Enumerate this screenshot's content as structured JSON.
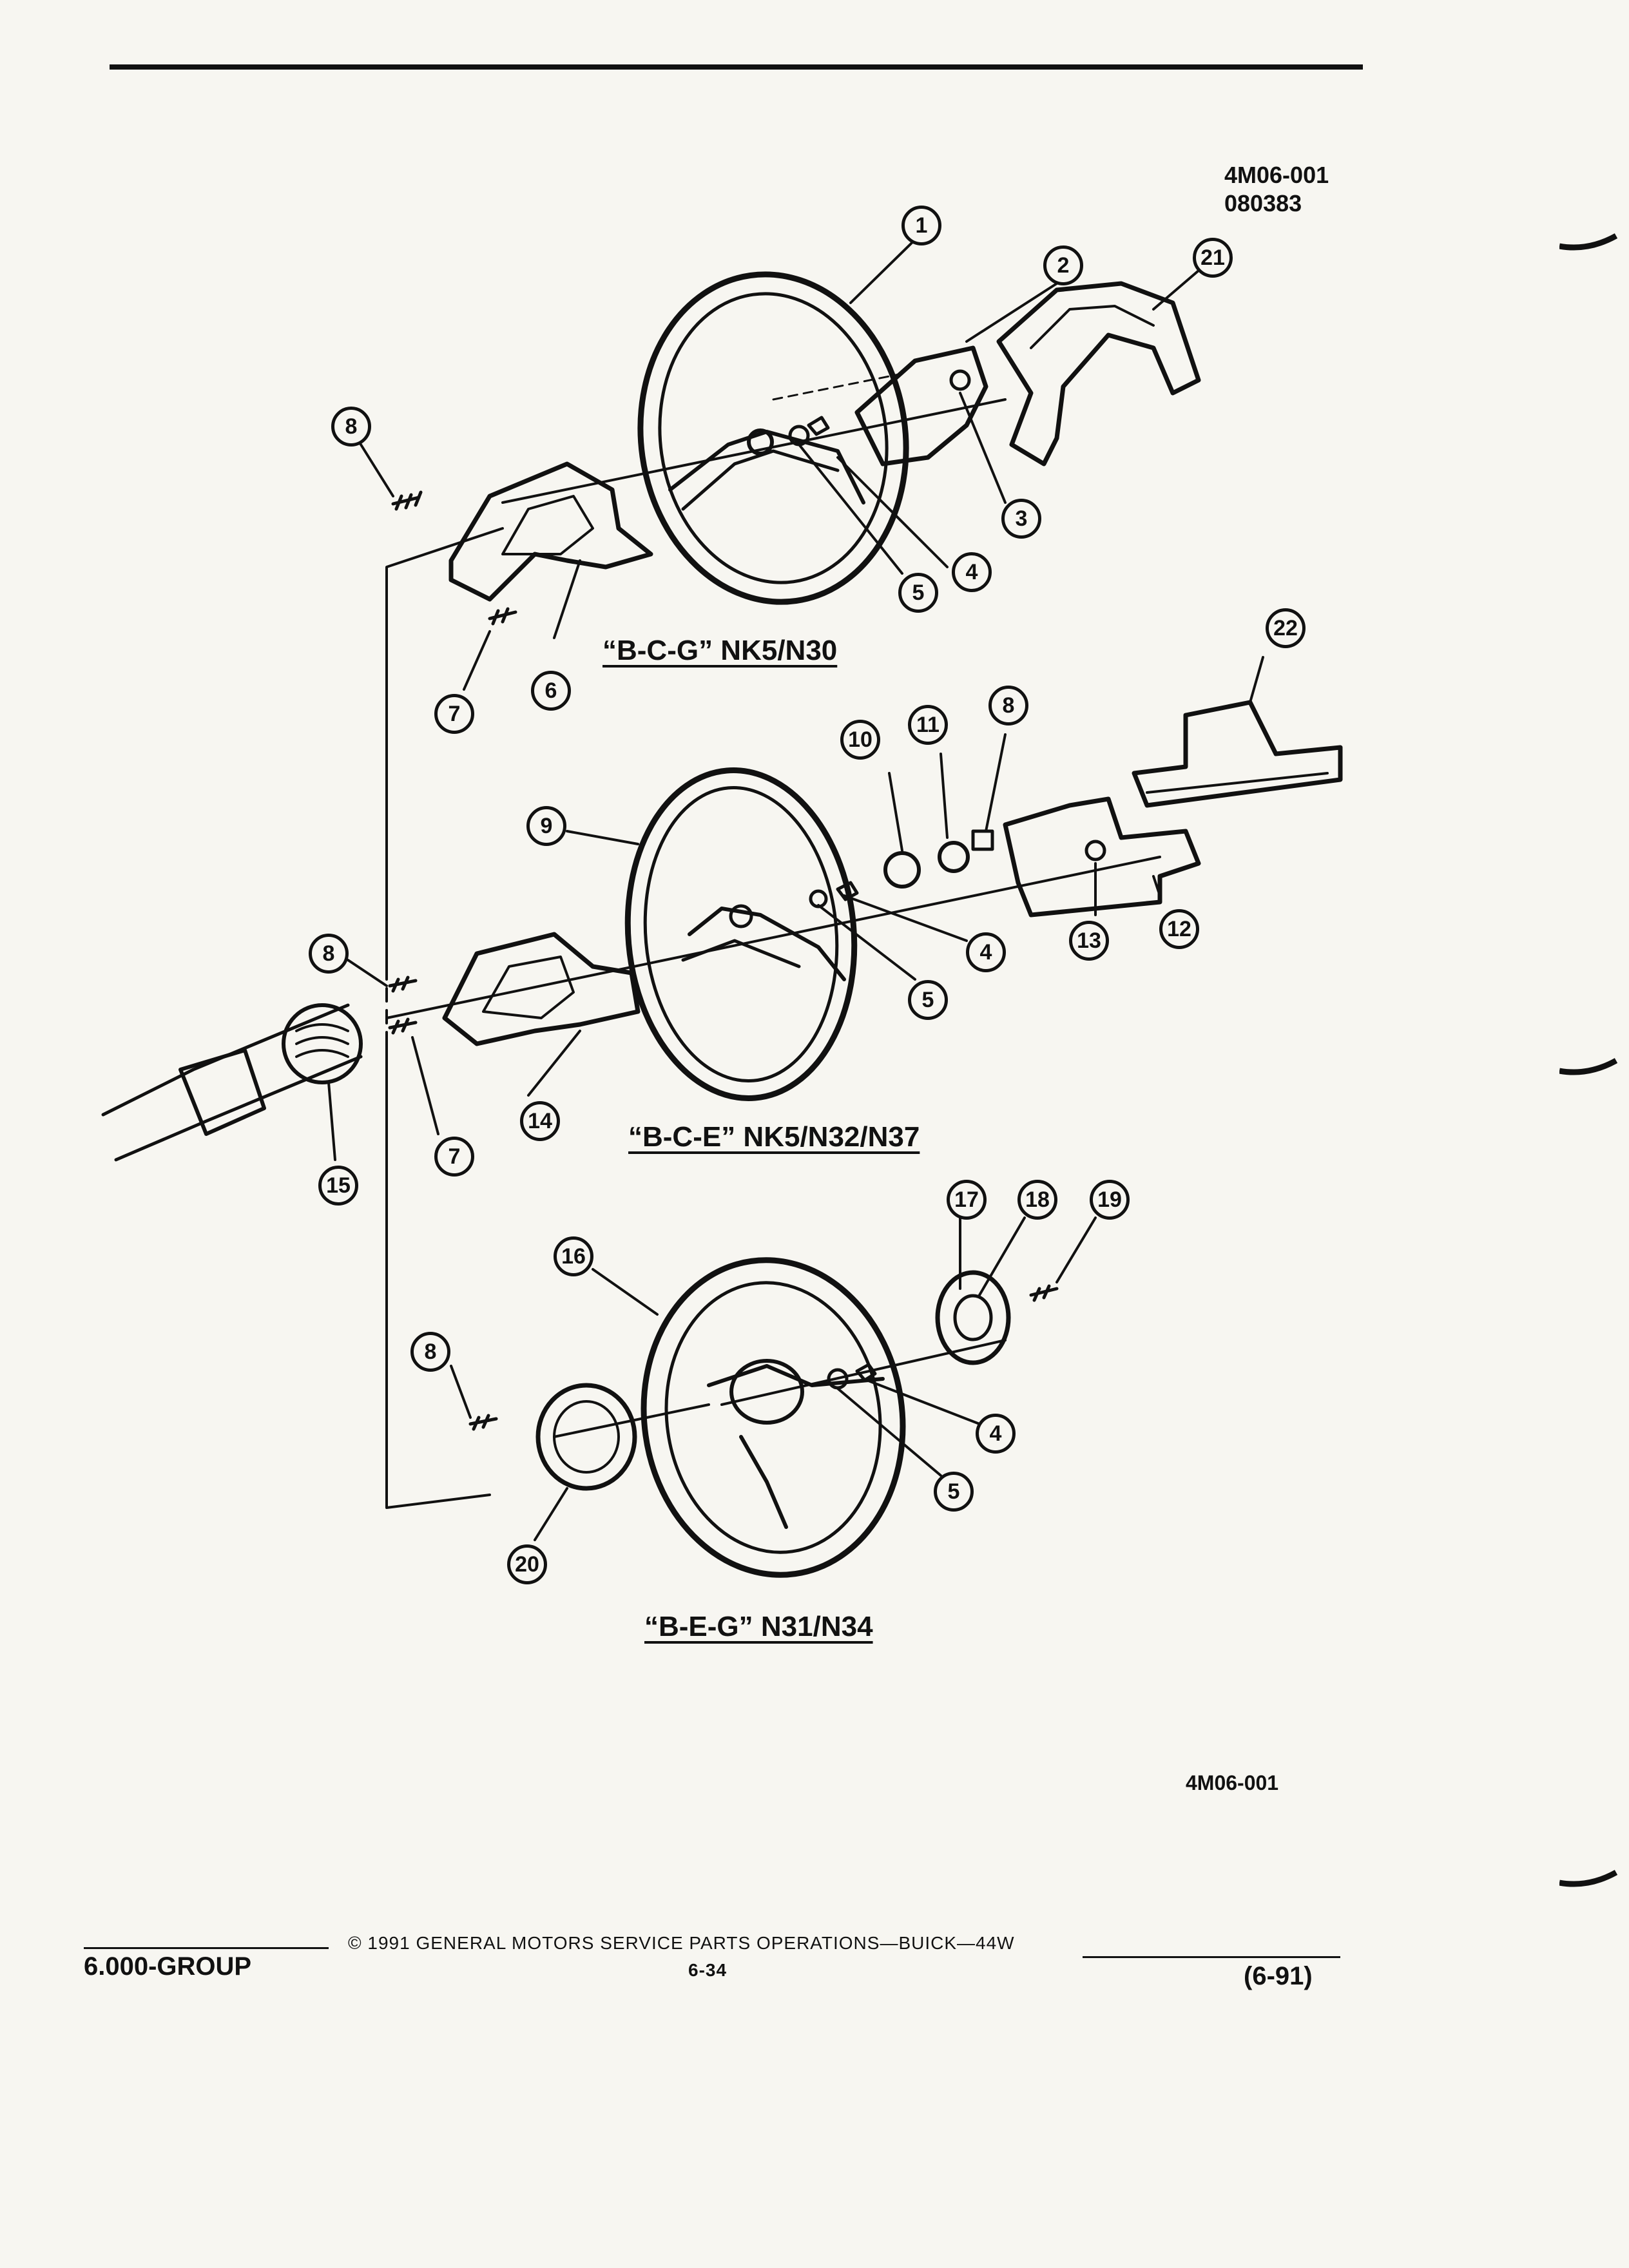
{
  "header": {
    "figure_code": "4M06-001",
    "figure_date": "080383"
  },
  "assemblies": [
    {
      "title": "“B-C-G” NK5/N30"
    },
    {
      "title": "“B-C-E” NK5/N32/N37"
    },
    {
      "title": "“B-E-G” N31/N34"
    }
  ],
  "callouts": {
    "c1": "1",
    "c2": "2",
    "c21": "21",
    "c8a": "8",
    "c3": "3",
    "c4a": "4",
    "c5a": "5",
    "c6": "6",
    "c7a": "7",
    "c22": "22",
    "c10": "10",
    "c11": "11",
    "c8b": "8",
    "c9": "9",
    "c13": "13",
    "c12": "12",
    "c4b": "4",
    "c5b": "5",
    "c8c": "8",
    "c14": "14",
    "c7b": "7",
    "c15": "15",
    "c17": "17",
    "c18": "18",
    "c19": "19",
    "c16": "16",
    "c8d": "8",
    "c4c": "4",
    "c5c": "5",
    "c20": "20"
  },
  "figure_ref": "4M06-001",
  "footer": {
    "group": "6.000-GROUP",
    "copyright": "©  1991  GENERAL MOTORS SERVICE PARTS OPERATIONS—BUICK—44W",
    "page": "6-34",
    "revision": "(6-91)"
  }
}
